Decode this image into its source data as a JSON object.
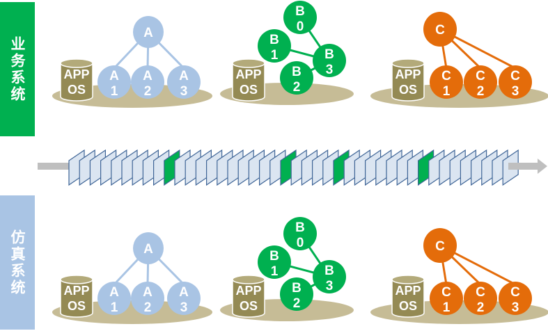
{
  "sections": [
    {
      "id": "business",
      "label": "业务系统",
      "color": "#00b050"
    },
    {
      "id": "simulation",
      "label": "仿真系统",
      "color": "#a9c4e4"
    }
  ],
  "colors": {
    "platform": "#c6bc96",
    "cylinder_body": "#948a54",
    "cylinder_top": "#b3aa7a",
    "group_a": "#a9c4e4",
    "group_b": "#00b050",
    "group_c": "#e46c0a",
    "frame_fill": "#dbe5f1",
    "frame_stroke": "#3e6496",
    "frame_highlight": "#00b050",
    "arrow": "#bfbfbf"
  },
  "app_os": {
    "line1": "APP",
    "line2": "OS"
  },
  "groups": [
    {
      "id": "A",
      "root": {
        "line1": "A",
        "line2": ""
      },
      "children": [
        {
          "line1": "A",
          "line2": "1"
        },
        {
          "line1": "A",
          "line2": "2"
        },
        {
          "line1": "A",
          "line2": "3"
        }
      ]
    },
    {
      "id": "B",
      "nodes": [
        {
          "id": "B0",
          "line1": "B",
          "line2": "0"
        },
        {
          "id": "B1",
          "line1": "B",
          "line2": "1"
        },
        {
          "id": "B3",
          "line1": "B",
          "line2": "3"
        },
        {
          "id": "B2",
          "line1": "B",
          "line2": "2"
        }
      ],
      "edges": [
        [
          "B0",
          "B3"
        ],
        [
          "B1",
          "B3"
        ],
        [
          "B3",
          "B2"
        ]
      ]
    },
    {
      "id": "C",
      "root": {
        "line1": "C",
        "line2": ""
      },
      "children": [
        {
          "line1": "C",
          "line2": "1"
        },
        {
          "line1": "C",
          "line2": "2"
        },
        {
          "line1": "C",
          "line2": "3"
        }
      ]
    }
  ],
  "timeline": {
    "frame_count": 42,
    "highlighted_frames": [
      9,
      20,
      25,
      33
    ],
    "direction": "right"
  }
}
